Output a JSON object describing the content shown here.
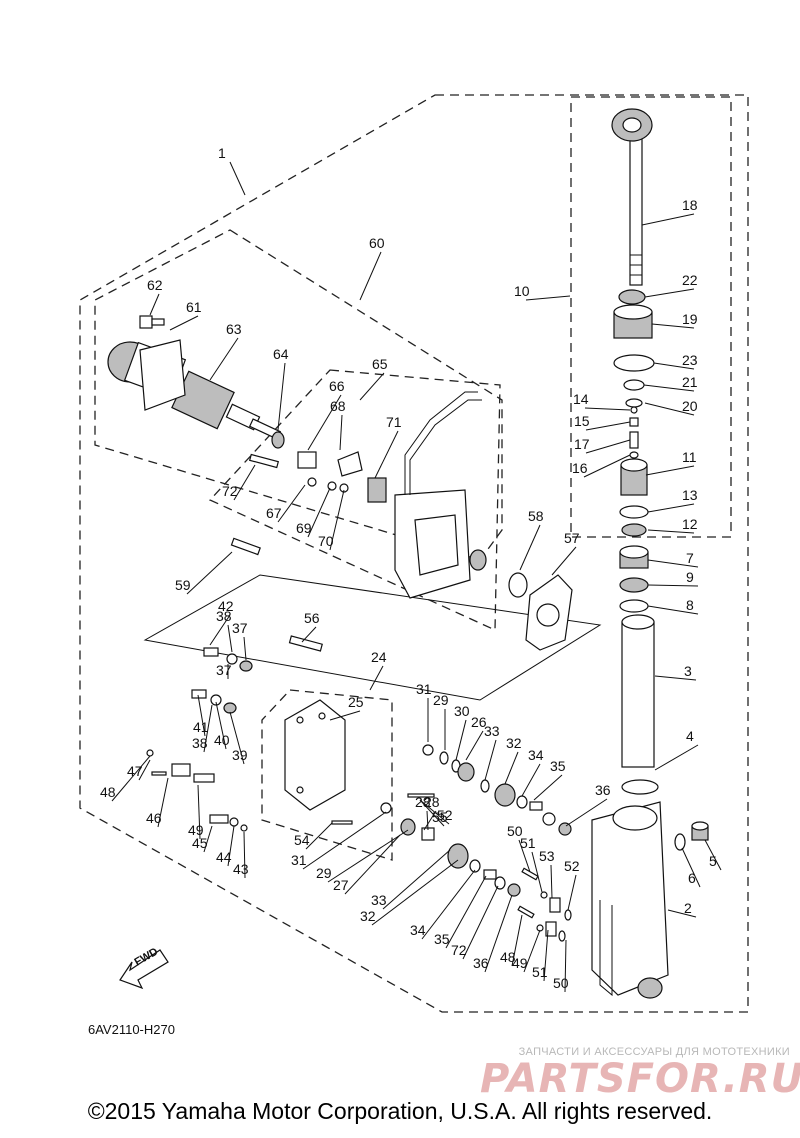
{
  "callouts": [
    "1",
    "2",
    "3",
    "4",
    "5",
    "6",
    "7",
    "8",
    "9",
    "10",
    "11",
    "12",
    "13",
    "14",
    "15",
    "16",
    "17",
    "18",
    "19",
    "20",
    "21",
    "22",
    "23",
    "24",
    "25",
    "26",
    "27",
    "28",
    "29",
    "30",
    "31",
    "32",
    "33",
    "34",
    "35",
    "36",
    "37",
    "38",
    "39",
    "40",
    "41",
    "42",
    "43",
    "44",
    "45",
    "46",
    "47",
    "48",
    "49",
    "50",
    "51",
    "52",
    "53",
    "54",
    "55",
    "56",
    "57",
    "58",
    "59",
    "60",
    "61",
    "62",
    "63",
    "64",
    "65",
    "66",
    "67",
    "68",
    "69",
    "70",
    "71",
    "72"
  ],
  "callouts_extra": [
    "28",
    "29",
    "31",
    "32",
    "33",
    "34",
    "35",
    "36",
    "37",
    "38",
    "48",
    "49",
    "50",
    "51",
    "52",
    "72"
  ],
  "fwd_label": "FWD",
  "drawing_code": "6AV2110-H270",
  "watermark": {
    "line1": "ЗАПЧАСТИ И АКСЕССУАРЫ ДЛЯ МОТОТЕХНИКИ",
    "line2": "PARTSFOR.RU"
  },
  "copyright": "©2015 Yamaha Motor Corporation, U.S.A. All rights reserved."
}
